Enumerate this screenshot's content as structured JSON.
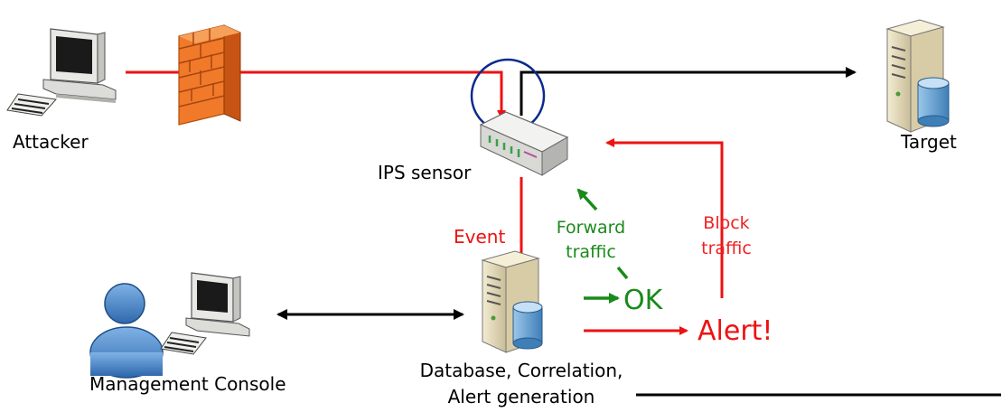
{
  "nodes": {
    "attacker": "Attacker",
    "target": "Target",
    "ips_sensor": "IPS sensor",
    "management_console": "Management Console",
    "database_line1": "Database, Correlation,",
    "database_line2": "Alert generation"
  },
  "flow_labels": {
    "event": "Event",
    "forward_line1": "Forward",
    "forward_line2": "traffic",
    "ok": "OK",
    "alert": "Alert!",
    "block_line1": "Block",
    "block_line2": "traffic"
  },
  "colors": {
    "attack_path": "#ee1111",
    "normal_path": "#000000",
    "forward_path": "#1a8a1a",
    "block_label": "#ee2222",
    "highlight_circle": "#0b2a8c",
    "firewall": "#f07a2a"
  }
}
